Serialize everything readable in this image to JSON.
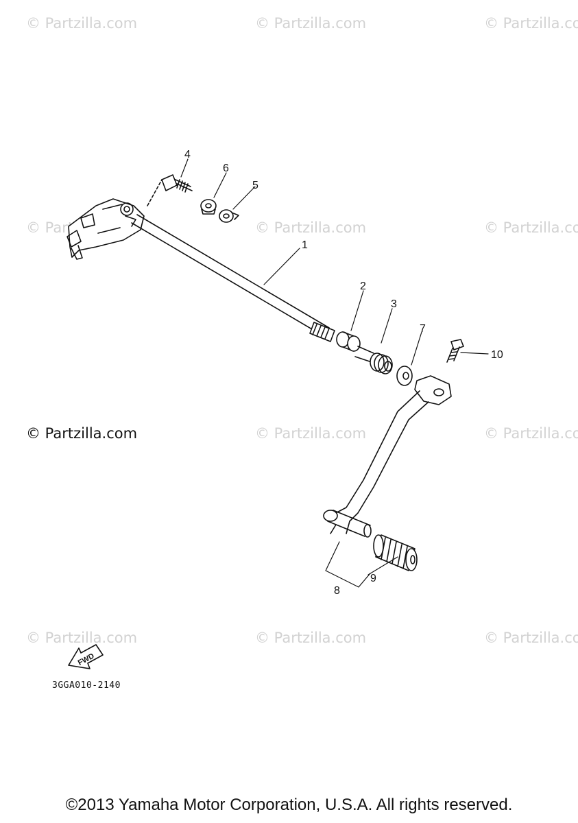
{
  "watermark": {
    "text": "© Partzilla.com",
    "featured_text": "© Partzilla.com"
  },
  "callouts": {
    "c1": "1",
    "c2": "2",
    "c3": "3",
    "c4": "4",
    "c5": "5",
    "c6": "6",
    "c7": "7",
    "c8": "8",
    "c9": "9",
    "c10": "10"
  },
  "fwd_label": "FWD",
  "diagram_code": "3GGA010-2140",
  "footer": {
    "copyright": "©2013 Yamaha Motor Corporation, U.S.A. All rights reserved."
  }
}
